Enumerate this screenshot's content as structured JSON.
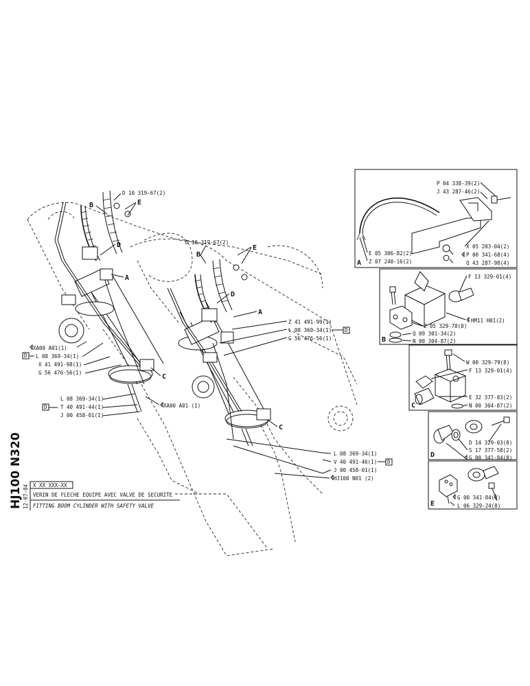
{
  "drawing": {
    "part_number": "HJ100 N320",
    "date": "12-07-84",
    "code": "X XX XXX-XX",
    "title_fr": "VERIN DE FLECHE EQUIPE AVEC VALVE DE SECURITE",
    "title_en": "FITTING BOOM CYLINDER WITH SAFETY VALVE"
  },
  "left_labels": {
    "d_top": "D 10 319-67(2)",
    "b": "B",
    "e": "E",
    "d": "D",
    "a": "A",
    "c": "C",
    "xa00_1": "XA00 A01(1)",
    "l08_1": "L 08 369-34(1)",
    "x41": "X 41 491-98(1)",
    "g56_1": "G 56 476-56(1)",
    "l08_2": "L 08 369-34(1)",
    "t40": "T 40 491-44(1)",
    "j00_1": "J 00 458-01(1)",
    "xa00_2": "XA00 A01 (1)",
    "box_d": "D"
  },
  "right_labels": {
    "d_top": "D 10 319-67(2)",
    "b": "B",
    "e": "E",
    "d": "D",
    "a": "A",
    "c": "C",
    "z41": "Z 41 491-99(1)",
    "l08_1": "L 08 369-34(1)",
    "g56": "G 56 476-56(1)",
    "l08_2": "L 08 369-34(1)",
    "v40": "V 40 491-46(1)",
    "j00": "J 00 458-01(1)",
    "hj100": "HJ100 N01 (2)",
    "box_d": "D"
  },
  "detail_a": {
    "letter": "A",
    "p04": "P 04 338-39(2)",
    "j43": "J 43 287-46(2)",
    "e05": "E 05 306-82(2)",
    "z07": "Z 07 240-16(2)",
    "x05": "X 05 203-04(2)",
    "p00": "P 00 341-68(4)",
    "q43": "Q 43 287-98(4)"
  },
  "detail_b": {
    "letter": "B",
    "f13": "F 13 329-01(4)",
    "hm11": "HM11 H01(2)",
    "z05": "Z 05 329-78(8)",
    "q09": "Q 09 301-34(2)",
    "n00": "N 00 304-87(2)"
  },
  "detail_c": {
    "letter": "C",
    "w00": "W 00 329-79(8)",
    "f13": "F 13 329-01(4)",
    "e32": "E 32 377-83(2)",
    "n00": "N 00 304-87(2)"
  },
  "detail_d": {
    "letter": "D",
    "d14": "D 14 329-03(8)",
    "s17": "S 17 377-58(2)",
    "g00": "G 00 341-84(8)"
  },
  "detail_e": {
    "letter": "E",
    "g00": "G 00 341-84(8)",
    "l06": "L 06 329-24(8)"
  }
}
